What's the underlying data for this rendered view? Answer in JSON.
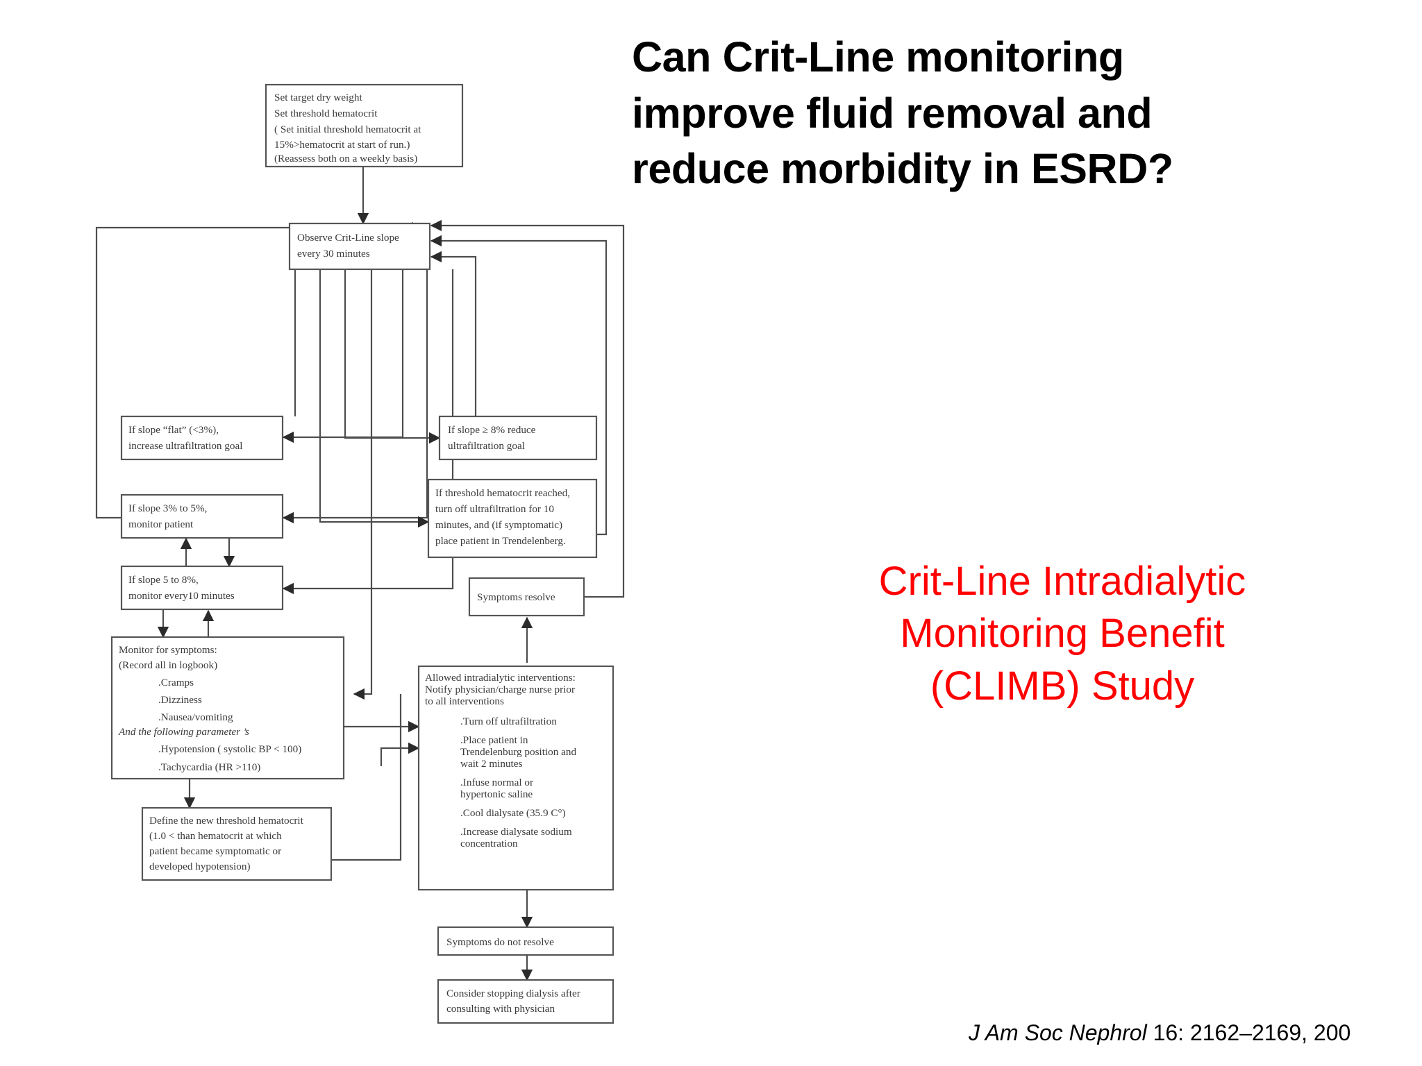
{
  "slide": {
    "background": "#ffffff",
    "title": {
      "lines": [
        "Can Crit-Line monitoring",
        "improve fluid removal and",
        "reduce morbidity in ESRD?"
      ],
      "color": "#000000"
    },
    "study_name": {
      "lines": [
        "Crit-Line Intradialytic",
        "Monitoring Benefit",
        "(CLIMB) Study"
      ],
      "color": "#FF0000"
    },
    "citation": {
      "journal": "J Am Soc Nephrol",
      "rest": " 16: 2162–2169, 200"
    }
  },
  "flowchart": {
    "type": "flowchart",
    "boxes": [
      {
        "id": "set-targets",
        "name": "set-targets-box",
        "lines": [
          "Set target dry weight",
          "Set threshold hematocrit",
          "( Set initial threshold hematocrit at",
          "15%>hematocrit at start of run.)",
          "(Reassess both on a weekly basis)"
        ]
      },
      {
        "id": "observe",
        "name": "observe-slope-box",
        "lines": [
          "Observe Crit-Line slope",
          "every 30 minutes"
        ]
      },
      {
        "id": "flat",
        "name": "slope-flat-box",
        "lines": [
          "If slope “flat” (<3%),",
          "increase ultrafiltration goal"
        ]
      },
      {
        "id": "three-five",
        "name": "slope-3-to-5-box",
        "lines": [
          "If slope 3% to 5%,",
          "monitor patient"
        ]
      },
      {
        "id": "five-eight",
        "name": "slope-5-to-8-box",
        "lines": [
          "If slope 5 to 8%,",
          "monitor every10 minutes"
        ]
      },
      {
        "id": "ge-eight",
        "name": "slope-ge-8-box",
        "lines": [
          "If slope ≥ 8% reduce",
          "ultrafiltration goal"
        ]
      },
      {
        "id": "threshold-reached",
        "name": "threshold-hematocrit-reached-box",
        "lines": [
          "If threshold hematocrit reached,",
          "turn off ultrafiltration for 10",
          "minutes, and (if symptomatic)",
          "place patient in Trendelenberg."
        ]
      },
      {
        "id": "symptoms-resolve",
        "name": "symptoms-resolve-box",
        "lines": [
          "Symptoms resolve"
        ]
      },
      {
        "id": "monitor-symptoms",
        "name": "monitor-for-symptoms-box",
        "lines": [
          {
            "text": "Monitor for symptoms:",
            "style": "plain",
            "indent": 0
          },
          {
            "text": "(Record all in logbook)",
            "style": "plain",
            "indent": 0
          },
          {
            "text": ".Cramps",
            "style": "plain",
            "indent": 1
          },
          {
            "text": ".Dizziness",
            "style": "plain",
            "indent": 1
          },
          {
            "text": ".Nausea/vomiting",
            "style": "plain",
            "indent": 1
          },
          {
            "text": "And the following parameter ’s",
            "style": "italic",
            "indent": 0
          },
          {
            "text": ".Hypotension ( systolic BP < 100)",
            "style": "plain",
            "indent": 1
          },
          {
            "text": ".Tachycardia (HR >110)",
            "style": "plain",
            "indent": 1
          }
        ]
      },
      {
        "id": "interventions",
        "name": "allowed-interventions-box",
        "lines": [
          {
            "text": "Allowed  intradialytic  interventions:",
            "style": "plain",
            "indent": 0
          },
          {
            "text": "Notify  physician/charge  nurse  prior",
            "style": "plain",
            "indent": 0
          },
          {
            "text": "to all interventions",
            "style": "plain",
            "indent": 0
          },
          {
            "text": ".Turn off ultrafiltration",
            "style": "plain",
            "indent": 1
          },
          {
            "text": ".Place patient in",
            "style": "plain",
            "indent": 1
          },
          {
            "text": "Trendelenburg position and",
            "style": "plain",
            "indent": 1
          },
          {
            "text": "wait 2 minutes",
            "style": "plain",
            "indent": 1
          },
          {
            "text": ".Infuse normal or",
            "style": "plain",
            "indent": 1
          },
          {
            "text": "hypertonic saline",
            "style": "plain",
            "indent": 1
          },
          {
            "text": ".Cool dialysate (35.9 C°)",
            "style": "plain",
            "indent": 1
          },
          {
            "text": ".Increase dialysate sodium",
            "style": "plain",
            "indent": 1
          },
          {
            "text": "concentration",
            "style": "plain",
            "indent": 1
          }
        ]
      },
      {
        "id": "define-threshold",
        "name": "define-new-threshold-box",
        "lines": [
          "Define the new threshold hematocrit",
          "(1.0 < than hematocrit at which",
          "patient became symptomatic or",
          "developed hypotension)"
        ]
      },
      {
        "id": "symptoms-not-resolve",
        "name": "symptoms-do-not-resolve-box",
        "lines": [
          "Symptoms do not resolve"
        ]
      },
      {
        "id": "consider-stopping",
        "name": "consider-stopping-dialysis-box",
        "lines": [
          "Consider stopping dialysis after",
          "consulting with physician"
        ]
      }
    ],
    "colors": {
      "box_stroke": "#555555",
      "box_fill": "#ffffff",
      "link_stroke": "#4d4d4d",
      "text": "#3a3a3a"
    }
  }
}
